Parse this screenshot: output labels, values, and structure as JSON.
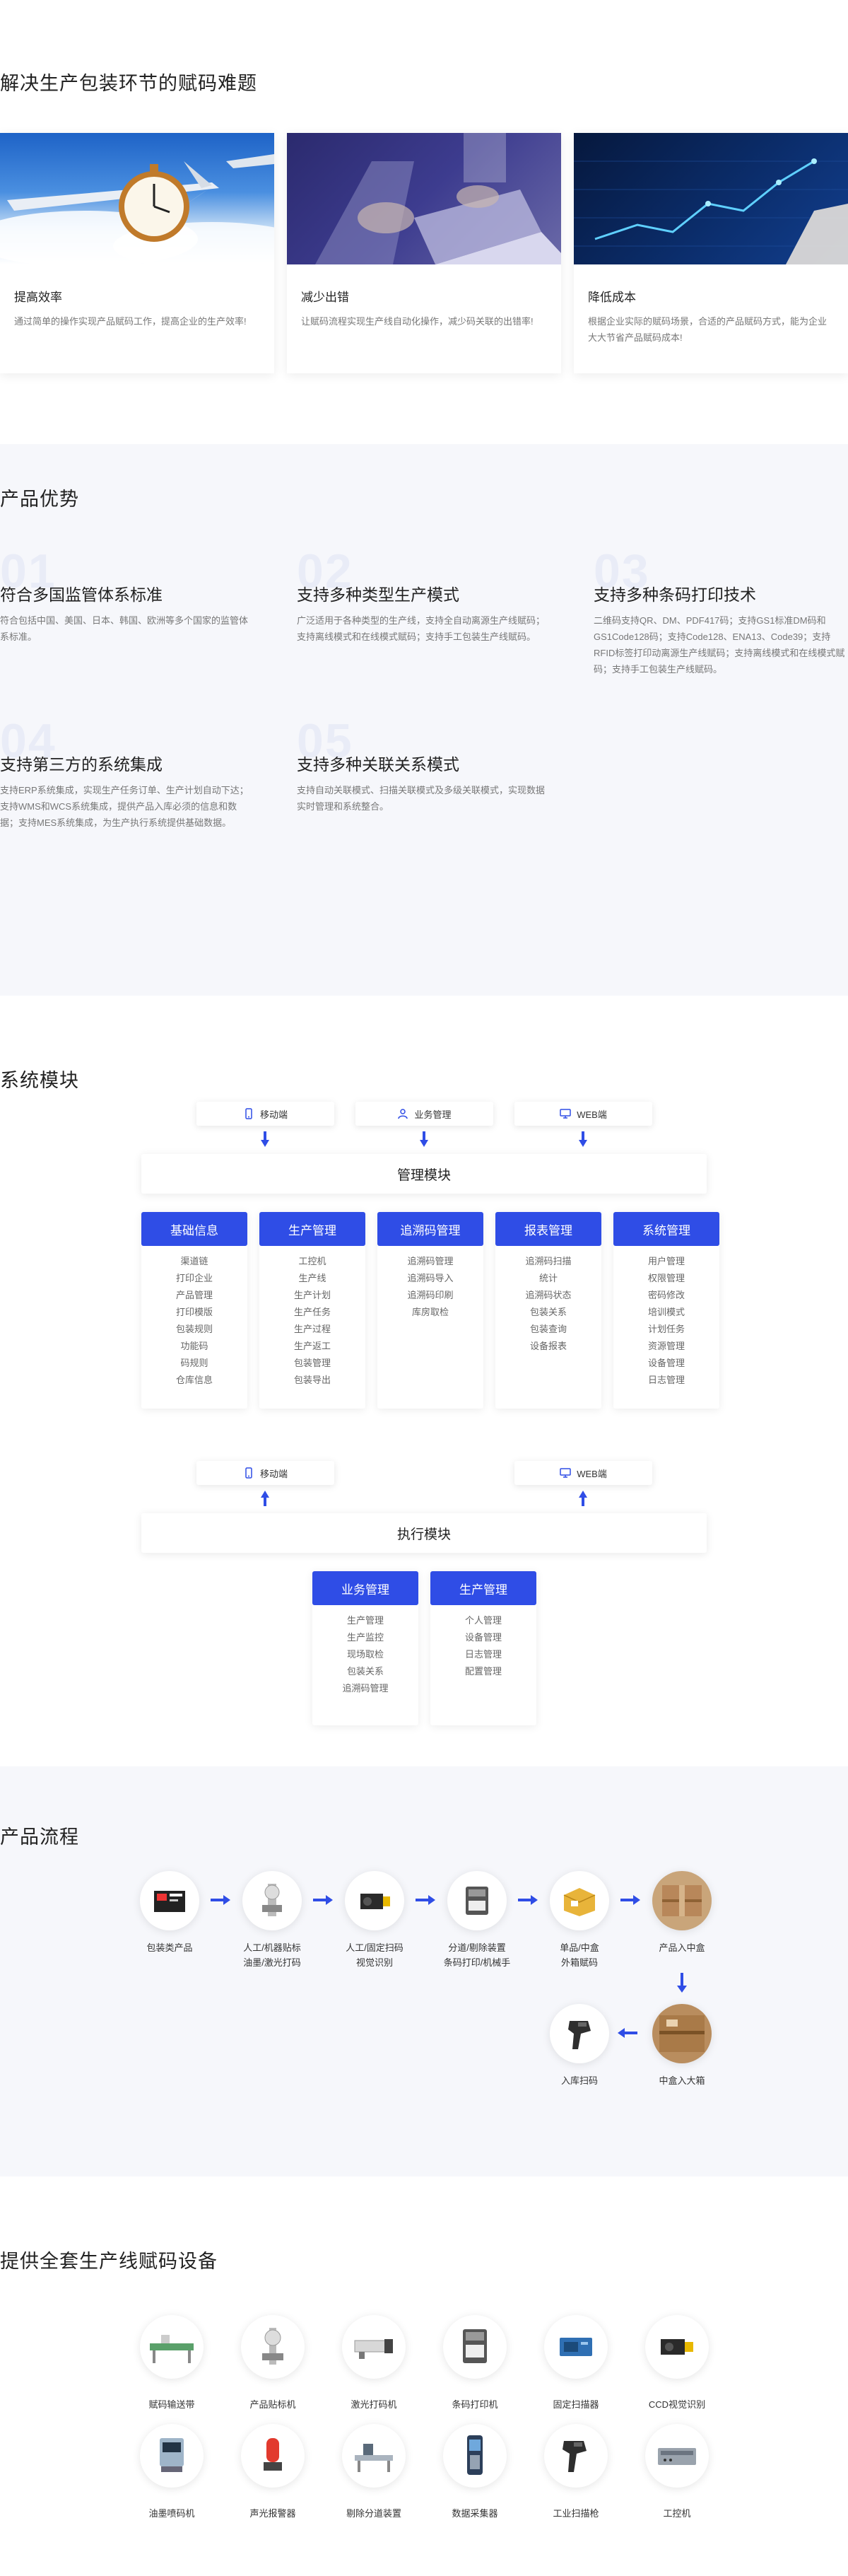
{
  "problems": {
    "title": "解决生产包装环节的赋码难题",
    "cards": [
      {
        "title": "提高效率",
        "desc": "通过简单的操作实现产品赋码工作，提高企业的生产效率!",
        "image": "clock-airplane-image"
      },
      {
        "title": "减少出错",
        "desc": "让赋码流程实现生产线自动化操作，减少码关联的出错率!",
        "image": "laptop-hands-image"
      },
      {
        "title": "降低成本",
        "desc": "根据企业实际的赋码场景，合适的产品赋码方式，能为企业大大节省产品赋码成本!",
        "image": "growth-chart-image"
      }
    ]
  },
  "advantages": {
    "title": "产品优势",
    "items": [
      {
        "num": "01",
        "title": "符合多国监管体系标准",
        "desc": "符合包括中国、美国、日本、韩国、欧洲等多个国家的监管体系标准。"
      },
      {
        "num": "02",
        "title": "支持多种类型生产模式",
        "desc": "广泛适用于各种类型的生产线，支持全自动离源生产线赋码；支持离线模式和在线模式赋码；支持手工包装生产线赋码。"
      },
      {
        "num": "03",
        "title": "支持多种条码打印技术",
        "desc": "二维码支持QR、DM、PDF417码；支持GS1标准DM码和GS1Code128码；支持Code128、ENA13、Code39；支持RFID标签打印动离源生产线赋码；支持离线模式和在线模式赋码；支持手工包装生产线赋码。"
      },
      {
        "num": "04",
        "title": "支持第三方的系统集成",
        "desc": "支持ERP系统集成，实现生产任务订单、生产计划自动下达；支持WMS和WCS系统集成，提供产品入库必须的信息和数据；支持MES系统集成，为生产执行系统提供基础数据。"
      },
      {
        "num": "05",
        "title": "支持多种关联关系模式",
        "desc": "支持自动关联模式、扫描关联模式及多级关联模式，实现数据实时管理和系统整合。"
      }
    ]
  },
  "modules": {
    "title": "系统模块",
    "top_entries": [
      {
        "label": "移动端",
        "icon": "mobile-icon"
      },
      {
        "label": "业务管理",
        "icon": "user-icon"
      },
      {
        "label": "WEB端",
        "icon": "monitor-icon"
      }
    ],
    "management_bar": "管理模块",
    "columns": [
      {
        "head": "基础信息",
        "items": [
          "渠道链",
          "打印企业",
          "产品管理",
          "打印模版",
          "包装规则",
          "功能码",
          "码规则",
          "仓库信息"
        ]
      },
      {
        "head": "生产管理",
        "items": [
          "工控机",
          "生产线",
          "生产计划",
          "生产任务",
          "生产过程",
          "生产返工",
          "包装管理",
          "包装导出"
        ]
      },
      {
        "head": "追溯码管理",
        "items": [
          "追溯码管理",
          "追溯码导入",
          "追溯码印刷",
          "库房取检"
        ]
      },
      {
        "head": "报表管理",
        "items": [
          "追溯码扫描",
          "统计",
          "追溯码状态",
          "包装关系",
          "包装查询",
          "设备报表"
        ]
      },
      {
        "head": "系统管理",
        "items": [
          "用户管理",
          "权限管理",
          "密码修改",
          "培训模式",
          "计划任务",
          "资源管理",
          "设备管理",
          "日志管理"
        ]
      }
    ],
    "bottom_entries": [
      {
        "label": "移动端",
        "icon": "mobile-icon"
      },
      {
        "label": "WEB端",
        "icon": "monitor-icon"
      }
    ],
    "execution_bar": "执行模块",
    "exec_columns": [
      {
        "head": "业务管理",
        "items": [
          "生产管理",
          "生产监控",
          "现场取检",
          "包装关系",
          "追溯码管理"
        ]
      },
      {
        "head": "生产管理",
        "items": [
          "个人管理",
          "设备管理",
          "日志管理",
          "配置管理"
        ]
      }
    ]
  },
  "flow": {
    "title": "产品流程",
    "nodes": [
      {
        "label": "包装类产品",
        "icon": "product-box-icon"
      },
      {
        "label": "人工/机器贴标\n油墨/激光打码",
        "icon": "labeler-icon"
      },
      {
        "label": "人工/固定扫码\n视觉识别",
        "icon": "camera-icon"
      },
      {
        "label": "分道/剔除装置\n条码打印/机械手",
        "icon": "printer-icon"
      },
      {
        "label": "单品/中盒\n外箱赋码",
        "icon": "carton-icon"
      },
      {
        "label": "产品入中盒",
        "icon": "box-photo-icon"
      },
      {
        "label": "中盒入大箱",
        "icon": "big-box-photo-icon"
      },
      {
        "label": "入库扫码",
        "icon": "scanner-icon"
      }
    ]
  },
  "equipment": {
    "title": "提供全套生产线赋码设备",
    "items": [
      {
        "label": "赋码输送带",
        "icon": "conveyor-icon"
      },
      {
        "label": "产品贴标机",
        "icon": "labeler-icon"
      },
      {
        "label": "激光打码机",
        "icon": "laser-marker-icon"
      },
      {
        "label": "条码打印机",
        "icon": "barcode-printer-icon"
      },
      {
        "label": "固定扫描器",
        "icon": "fixed-scanner-icon"
      },
      {
        "label": "CCD视觉识别",
        "icon": "ccd-camera-icon"
      },
      {
        "label": "油墨喷码机",
        "icon": "inkjet-icon"
      },
      {
        "label": "声光报警器",
        "icon": "alarm-light-icon"
      },
      {
        "label": "剔除分道装置",
        "icon": "reject-device-icon"
      },
      {
        "label": "数据采集器",
        "icon": "handheld-terminal-icon"
      },
      {
        "label": "工业扫描枪",
        "icon": "scan-gun-icon"
      },
      {
        "label": "工控机",
        "icon": "industrial-pc-icon"
      }
    ]
  },
  "colors": {
    "accent": "#2f4de6",
    "bg_light": "#f6f7fb"
  }
}
